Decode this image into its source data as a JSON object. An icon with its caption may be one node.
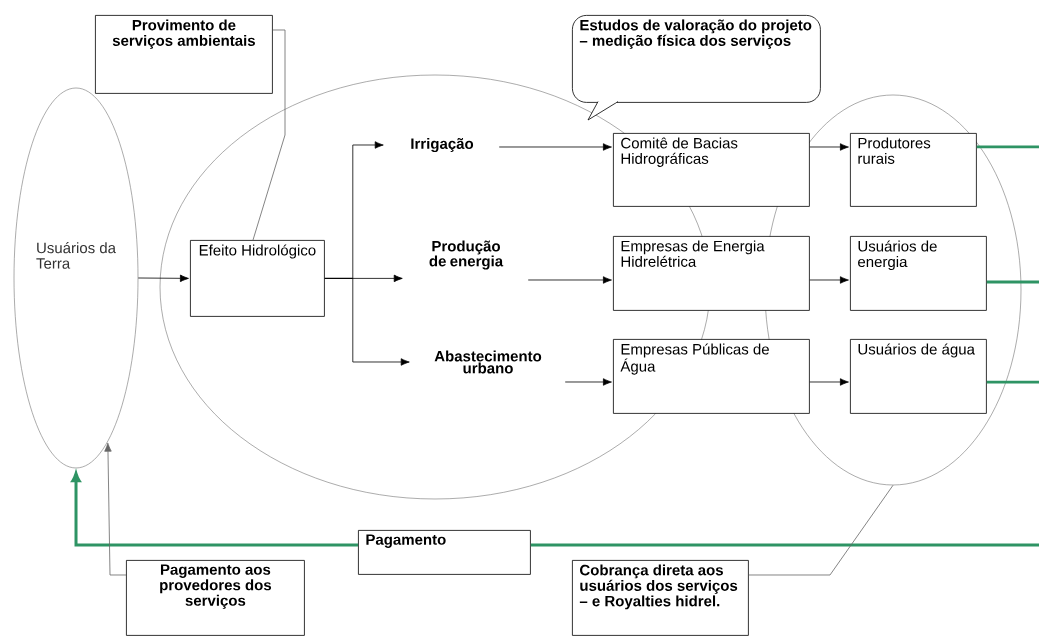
{
  "diagram": {
    "nodes": [
      {
        "text": [
          "Provimento de serviços ambientais"
        ]
      },
      {
        "text": [
          "Usuários da Terra"
        ]
      },
      {
        "text": [],
        "shape": "ellipse"
      },
      {
        "text": [
          "Efeito Hidrológico"
        ],
        "in": 2
      },
      {
        "text": [
          "Irrigação"
        ],
        "in": 2
      },
      {
        "text": [
          "Produção de energia"
        ],
        "in": 2
      },
      {
        "text": [
          "Abastecimento urbano"
        ],
        "in": 2
      },
      {
        "text": [
          "Comitê de Bacias Hidrográficas"
        ]
      },
      {
        "text": [
          "Produtores rurais"
        ],
        "in": 14
      },
      {
        "text": [
          "Empresas de Energia Hidrelétrica"
        ]
      },
      {
        "text": [
          "Usuários de energia"
        ],
        "in": 14
      },
      {
        "text": [
          "Empresas Públicas de Água"
        ]
      },
      {
        "text": [
          "Usuários de água"
        ],
        "in": 14
      },
      {
        "text": [
          "Estudos  de valoração do projeto – medição física dos serviços"
        ]
      },
      {
        "text": [],
        "shape": "ellipse"
      },
      {
        "text": [
          "Pagamento"
        ]
      },
      {
        "text": [
          "Pagamento aos provedores dos serviços"
        ]
      },
      {
        "text": [
          "Cobrança direta aos usuários dos serviços – e Royalties hidrel."
        ]
      }
    ],
    "edges": [
      {
        "from": 1,
        "to": 3,
        "arrow": "to"
      },
      {
        "from": 3,
        "to": 4,
        "arrow": "to"
      },
      {
        "from": 3,
        "to": 5,
        "arrow": "to"
      },
      {
        "from": 3,
        "to": 6,
        "arrow": "to"
      },
      {
        "from": 4,
        "to": 7,
        "arrow": "to"
      },
      {
        "from": 5,
        "to": 9,
        "arrow": "to"
      },
      {
        "from": 6,
        "to": 11,
        "arrow": "to"
      },
      {
        "from": 7,
        "to": 8,
        "arrow": "to"
      },
      {
        "from": 9,
        "to": 10,
        "arrow": "to"
      },
      {
        "from": 11,
        "to": 12,
        "arrow": "to"
      },
      {
        "from": 8,
        "to": null,
        "arrow": "none",
        "style": "thick",
        "color": "#2e9464"
      },
      {
        "from": 10,
        "to": null,
        "arrow": "none",
        "style": "thick",
        "color": "#2e9464"
      },
      {
        "from": 12,
        "to": null,
        "arrow": "none",
        "style": "thick",
        "color": "#2e9464"
      },
      {
        "from": null,
        "to": 15,
        "arrow": "none",
        "style": "thick",
        "color": "#2e9464"
      },
      {
        "from": 15,
        "to": 1,
        "arrow": "to",
        "style": "thick",
        "color": "#2e9464"
      },
      {
        "from": 0,
        "to": 3,
        "arrow": "none",
        "color": "#666666"
      },
      {
        "from": 16,
        "to": 1,
        "arrow": "to",
        "color": "#666666"
      },
      {
        "from": 17,
        "to": 14,
        "arrow": "none",
        "color": "#666666"
      }
    ]
  }
}
